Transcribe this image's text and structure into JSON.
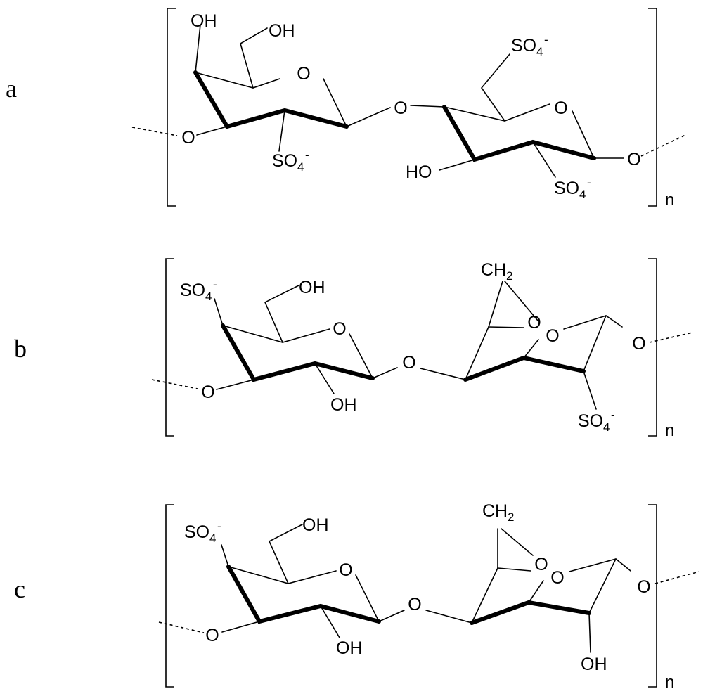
{
  "panels": [
    {
      "label": "a",
      "subscript": "n",
      "groups": {
        "oh1": "OH",
        "oh2": "OH",
        "so4_1": "SO",
        "so4_2": "SO",
        "so4_3": "SO",
        "ho": "HO"
      },
      "atoms": {
        "ring_o1": "O",
        "ring_o2": "O",
        "link_o1": "O",
        "link_o2": "O",
        "link_o3": "O"
      }
    },
    {
      "label": "b",
      "subscript": "n",
      "groups": {
        "so4_1": "SO",
        "oh1": "OH",
        "oh2": "OH",
        "ch2": "CH",
        "so4_2": "SO"
      },
      "atoms": {
        "ring_o1": "O",
        "ring_o2": "O",
        "bridge_o": "O",
        "link_o1": "O",
        "link_o2": "O",
        "link_o3": "O"
      }
    },
    {
      "label": "c",
      "subscript": "n",
      "groups": {
        "so4_1": "SO",
        "oh1": "OH",
        "oh2": "OH",
        "ch2": "CH",
        "oh3": "OH"
      },
      "atoms": {
        "ring_o1": "O",
        "ring_o2": "O",
        "bridge_o": "O",
        "link_o1": "O",
        "link_o2": "O",
        "link_o3": "O"
      }
    }
  ],
  "common": {
    "sulfate_sub": "4",
    "sulfate_charge": "-",
    "methylene_sub": "2"
  }
}
